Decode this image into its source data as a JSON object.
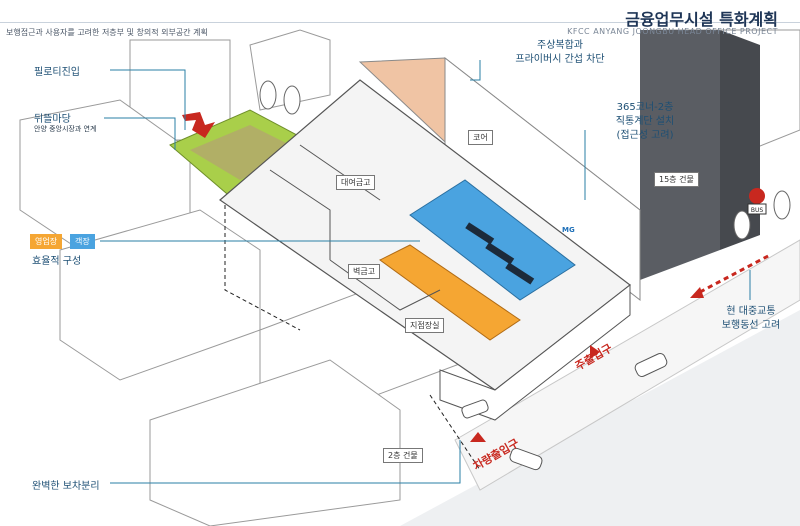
{
  "header": {
    "title": "금융업무시설 특화계획",
    "subtitle": "KFCC ANYANG JOONGBU HEAD OFFICE PROJECT",
    "description": "보행접근과 사용자를 고려한 저층부 및 창의적 외부공간 계획"
  },
  "labels": {
    "piloti": "필로티진입",
    "backyard": "뒤뜰마당",
    "backyard_sub": "안양 중앙시장과 연계",
    "core_top_line1": "주상복합과",
    "core_top_line2": "프라이버시 간섭 차단",
    "corner_line1": "365코너-2층",
    "corner_line2": "직통계단 설치",
    "corner_line3": "(접근성 고려)",
    "efficient": "효율적 구성",
    "pedestrian_line1": "현 대중교통",
    "pedestrian_line2": "보행동선 고려",
    "separation": "완벽한 보차분리"
  },
  "rooms": {
    "core": "코어",
    "loan_vault": "대여금고",
    "wall_vault": "벽금고",
    "branch_manager": "지점장실",
    "building_15f": "15층 건물",
    "building_2f": "2층 건물"
  },
  "tags": {
    "sales": "영업장",
    "guest": "객장"
  },
  "entrances": {
    "main": "주출입구",
    "vehicle": "차량출입구"
  },
  "signs": {
    "bus": "BUS",
    "logo": "MG"
  },
  "colors": {
    "core": "#f0c4a4",
    "sales": "#f5a633",
    "guest": "#4aa3e0",
    "green": "#a9cf4a",
    "label": "#1d4f74",
    "leader": "#2a7fa6",
    "entrance": "#c8281f",
    "tower": "#5a5d63"
  }
}
